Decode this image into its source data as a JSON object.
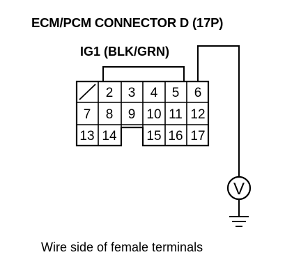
{
  "title": "ECM/PCM CONNECTOR D (17P)",
  "wire_label": "IG1 (BLK/GRN)",
  "caption": "Wire side of female terminals",
  "meter_symbol": "V",
  "connector": {
    "row1": [
      "",
      "2",
      "3",
      "4",
      "5",
      "6"
    ],
    "row2": [
      "7",
      "8",
      "9",
      "10",
      "11",
      "12"
    ],
    "row3": [
      "13",
      "14",
      "",
      "15",
      "16",
      "17"
    ]
  },
  "colors": {
    "line": "#000000",
    "background": "#ffffff"
  }
}
